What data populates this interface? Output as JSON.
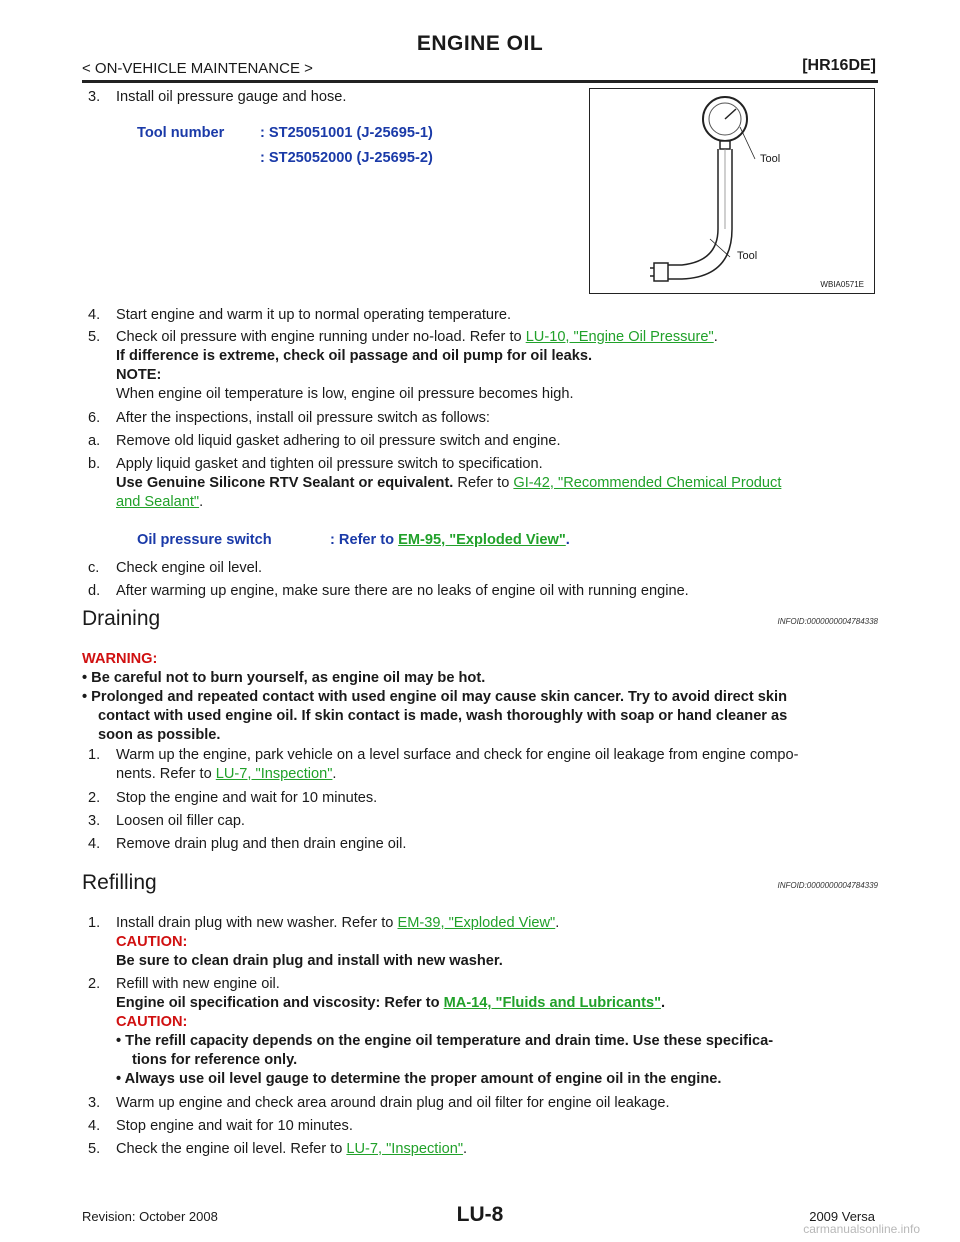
{
  "header": {
    "title": "ENGINE OIL",
    "section": "< ON-VEHICLE MAINTENANCE >",
    "engine_code": "[HR16DE]"
  },
  "figure": {
    "label_tool_1": "Tool",
    "label_tool_2": "Tool",
    "code": "WBIA0571E"
  },
  "install": {
    "step3": "Install oil pressure gauge and hose.",
    "tool_label": "Tool number",
    "tool_1": ": ST25051001 (J-25695-1)",
    "tool_2": ": ST25052000 (J-25695-2)",
    "step4": "Start engine and warm it up to normal operating temperature.",
    "step5_a": "Check oil pressure with engine running under no-load. Refer to ",
    "step5_link": "LU-10, \"Engine Oil Pressure\"",
    "step5_end": ".",
    "step5_bold": "If difference is extreme, check oil passage and oil pump for oil leaks.",
    "note_label": "NOTE:",
    "note_text": "When engine oil temperature is low, engine oil pressure becomes high.",
    "step6": "After the inspections, install oil pressure switch as follows:",
    "step6a": "Remove old liquid gasket adhering to oil pressure switch and engine.",
    "step6b": "Apply liquid gasket and tighten oil pressure switch to specification.",
    "step6b_bold": "Use Genuine Silicone RTV Sealant or equivalent.",
    "step6b_refer": " Refer to ",
    "step6b_link1": "GI-42, \"Recommended Chemical Product",
    "step6b_link2": "and Sealant\"",
    "step6b_end": ".",
    "switch_label": "Oil pressure switch",
    "switch_refer": ": Refer to ",
    "switch_link": "EM-95, \"Exploded View\"",
    "switch_end": ".",
    "step6c": "Check engine oil level.",
    "step6d": "After warming up engine, make sure there are no leaks of engine oil with running engine."
  },
  "draining": {
    "heading": "Draining",
    "infoid": "INFOID:0000000004784338",
    "warning_label": "WARNING:",
    "w1": "• Be careful not to burn yourself, as engine oil may be hot.",
    "w2a": "• Prolonged and repeated contact with used engine oil may cause skin cancer. Try to avoid direct skin",
    "w2b": "contact with used engine oil. If skin contact is made, wash thoroughly with soap or hand cleaner as",
    "w2c": "soon as possible.",
    "s1a": "Warm up the engine, park vehicle on a level surface and check for engine oil leakage from engine compo-",
    "s1b": "nents. Refer to ",
    "s1_link": "LU-7, \"Inspection\"",
    "s1_end": ".",
    "s2": "Stop the engine and wait for 10 minutes.",
    "s3": "Loosen oil filler cap.",
    "s4": "Remove drain plug and then drain engine oil."
  },
  "refilling": {
    "heading": "Refilling",
    "infoid": "INFOID:0000000004784339",
    "s1": "Install drain plug with new washer. Refer to ",
    "s1_link": "EM-39, \"Exploded View\"",
    "s1_end": ".",
    "caution_label": "CAUTION:",
    "c1": "Be sure to clean drain plug and install with new washer.",
    "s2": "Refill with new engine oil.",
    "s2_bold": "Engine oil specification and viscosity: Refer to ",
    "s2_link": "MA-14, \"Fluids and Lubricants\"",
    "s2_end": ".",
    "caution2_label": "CAUTION:",
    "c2a": "• The refill capacity depends on the engine oil temperature and drain time. Use these specifica-",
    "c2b": "tions for reference only.",
    "c3": "• Always use oil level gauge to determine the proper amount of engine oil in the engine.",
    "s3": "Warm up engine and check area around drain plug and oil filter for engine oil leakage.",
    "s4": "Stop engine and wait for 10 minutes.",
    "s5": "Check the engine oil level. Refer to ",
    "s5_link": "LU-7, \"Inspection\"",
    "s5_end": "."
  },
  "footer": {
    "revision": "Revision: October 2008",
    "page": "LU-8",
    "model": "2009 Versa",
    "watermark": "carmanualsonline.info"
  }
}
